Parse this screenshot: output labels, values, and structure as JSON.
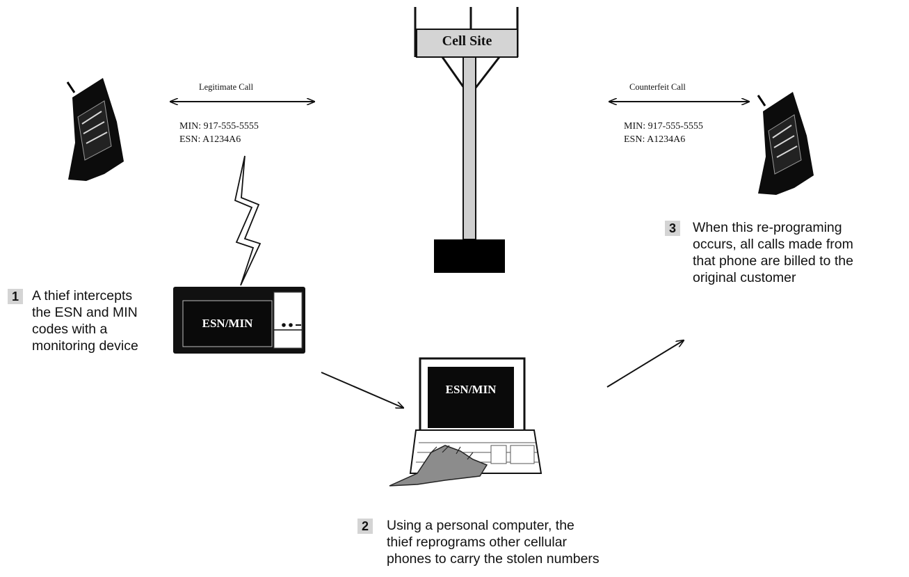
{
  "tower": {
    "sign": "Cell Site"
  },
  "legit": {
    "label": "Legitimate Call",
    "min": "MIN: 917-555-5555",
    "esn": "ESN: A1234A6"
  },
  "counterfeit": {
    "label": "Counterfeit Call",
    "min": "MIN: 917-555-5555",
    "esn": "ESN: A1234A6"
  },
  "monitor_device": {
    "screen": "ESN/MIN"
  },
  "computer": {
    "screen": "ESN/MIN"
  },
  "steps": [
    {
      "num": "1",
      "lines": [
        "A thief intercepts",
        "the ESN and MIN",
        "codes with a",
        "monitoring device"
      ]
    },
    {
      "num": "2",
      "lines": [
        "Using a personal computer, the",
        "thief reprograms other cellular",
        "phones to carry the stolen numbers"
      ]
    },
    {
      "num": "3",
      "lines": [
        "When this re-programing",
        "occurs, all calls made from",
        "that phone are billed to the",
        "original customer"
      ]
    }
  ]
}
